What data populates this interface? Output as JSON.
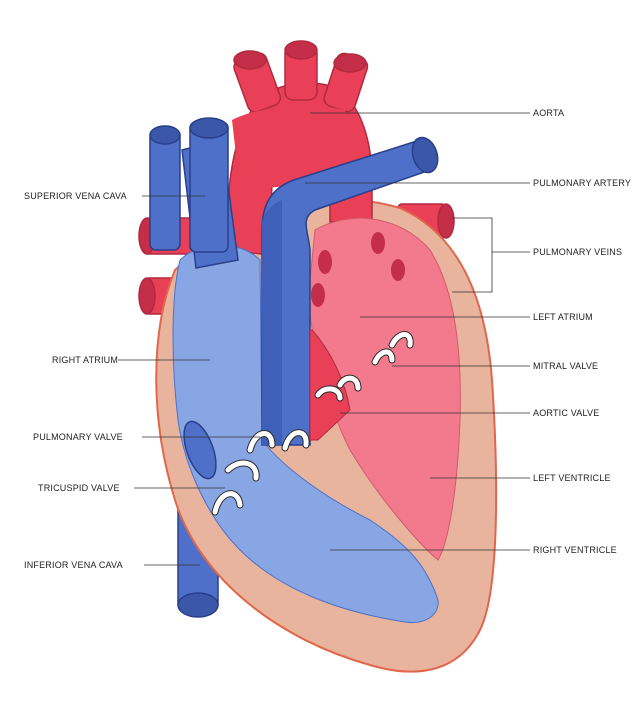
{
  "colors": {
    "oxygenated": "#e94057",
    "oxygenated_light": "#f27a8c",
    "deoxygenated": "#4f70c8",
    "deoxygenated_light": "#87a6e3",
    "wall": "#e8b49d",
    "wall_outline": "#e0674c",
    "valve": "#ffffff"
  },
  "labels": {
    "aorta": "AORTA",
    "pulmonary_artery": "PULMONARY ARTERY",
    "pulmonary_veins": "PULMONARY VEINS",
    "left_atrium": "LEFT ATRIUM",
    "mitral_valve": "MITRAL VALVE",
    "aortic_valve": "AORTIC VALVE",
    "left_ventricle": "LEFT VENTRICLE",
    "right_ventricle": "RIGHT VENTRICLE",
    "superior_vena_cava": "SUPERIOR VENA CAVA",
    "right_atrium": "RIGHT ATRIUM",
    "pulmonary_valve": "PULMONARY VALVE",
    "tricuspid_valve": "TRICUSPID VALVE",
    "inferior_vena_cava": "INFERIOR VENA CAVA"
  }
}
